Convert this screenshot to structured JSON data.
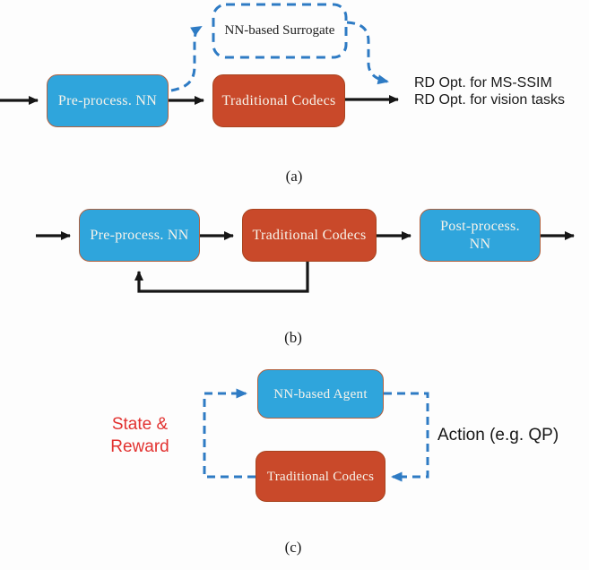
{
  "figure": {
    "sections": {
      "a": {
        "label": "(a)",
        "surrogate_box": "NN-based Surrogate",
        "preprocess_box": "Pre-process. NN",
        "codec_box": "Traditional Codecs",
        "output_line1": "RD Opt. for MS-SSIM",
        "output_line2": "RD Opt. for vision tasks"
      },
      "b": {
        "label": "(b)",
        "preprocess_box": "Pre-process. NN",
        "codec_box": "Traditional Codecs",
        "postprocess_line1": "Post-process.",
        "postprocess_line2": "NN"
      },
      "c": {
        "label": "(c)",
        "agent_box": "NN-based Agent",
        "codec_box": "Traditional Codecs",
        "state_reward_line1": "State &",
        "state_reward_line2": "Reward",
        "action_label": "Action (e.g. QP)"
      }
    },
    "colors": {
      "box_blue": "#2FA5DC",
      "box_red": "#C9492A",
      "dashed_blue": "#2E7BC4",
      "arrow_black": "#161616",
      "state_reward_red": "#E23230",
      "box_text": "#F7F3EA"
    }
  }
}
